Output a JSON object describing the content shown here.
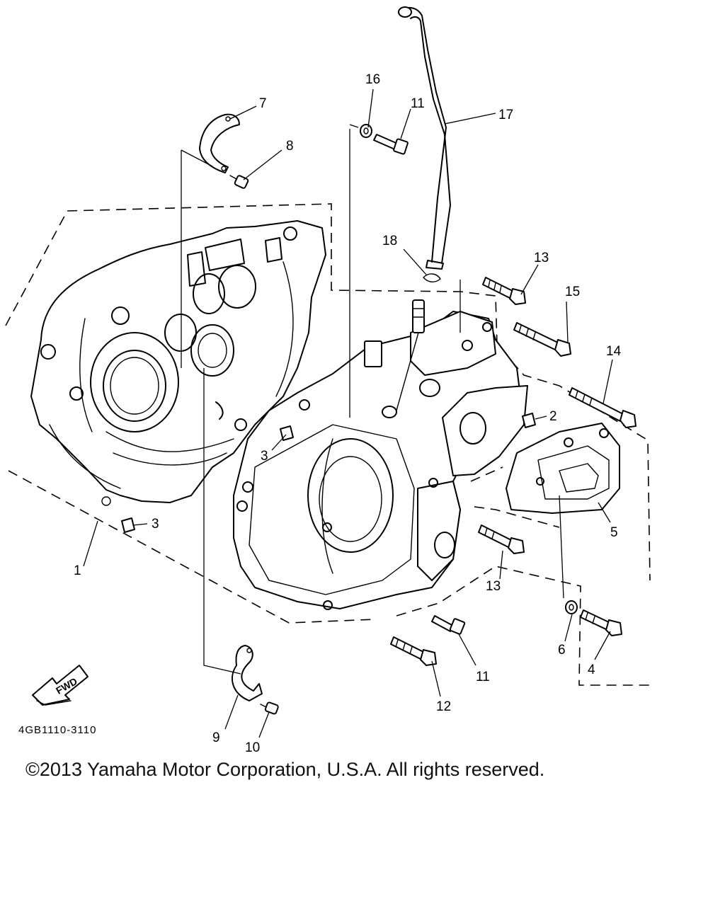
{
  "callouts": {
    "c1": "1",
    "c2": "2",
    "c3a": "3",
    "c3b": "3",
    "c4": "4",
    "c5": "5",
    "c6": "6",
    "c7": "7",
    "c8": "8",
    "c9": "9",
    "c10": "10",
    "c11a": "11",
    "c11b": "11",
    "c12": "12",
    "c13a": "13",
    "c13b": "13",
    "c14": "14",
    "c15": "15",
    "c16": "16",
    "c17": "17",
    "c18": "18"
  },
  "fwd_label": "FWD",
  "diagram_code": "4GB1110-3110",
  "copyright": "©2013 Yamaha Motor Corporation, U.S.A. All rights reserved.",
  "icons": {
    "fwd_arrow": "fwd-arrow-icon"
  }
}
